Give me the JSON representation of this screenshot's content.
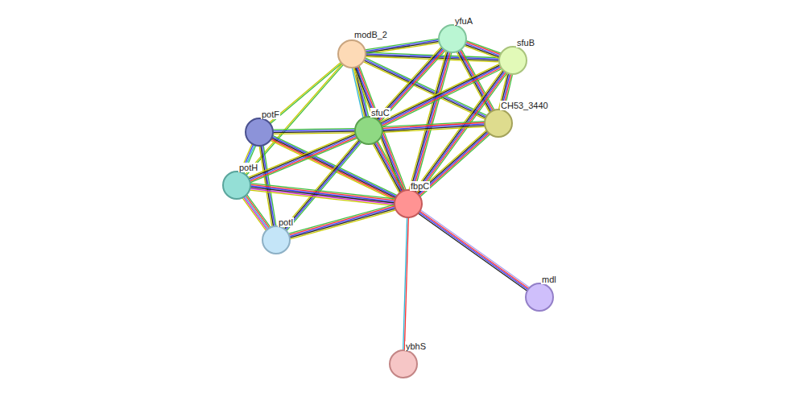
{
  "diagram": {
    "nodes": [
      {
        "text": [
          "modB_2"
        ]
      },
      {
        "text": [
          "yfuA"
        ]
      },
      {
        "text": [
          "sfuB"
        ]
      },
      {
        "text": [
          "potF"
        ]
      },
      {
        "text": [
          "sfuC"
        ]
      },
      {
        "text": [
          "CH53_3440"
        ]
      },
      {
        "text": [
          "potH"
        ]
      },
      {
        "text": [
          "fbpC"
        ]
      },
      {
        "text": [
          "potI"
        ]
      },
      {
        "text": [
          "mdl"
        ]
      },
      {
        "text": [
          "ybhS"
        ]
      }
    ],
    "edges": [
      {
        "from": 0,
        "to": 1,
        "arrow": "none"
      },
      {
        "from": 0,
        "to": 2,
        "arrow": "none"
      },
      {
        "from": 0,
        "to": 5,
        "arrow": "none"
      },
      {
        "from": 0,
        "to": 4,
        "arrow": "none"
      },
      {
        "from": 0,
        "to": 7,
        "arrow": "none"
      },
      {
        "from": 0,
        "to": 3,
        "arrow": "none"
      },
      {
        "from": 0,
        "to": 6,
        "arrow": "none"
      },
      {
        "from": 1,
        "to": 2,
        "arrow": "none"
      },
      {
        "from": 1,
        "to": 5,
        "arrow": "none"
      },
      {
        "from": 1,
        "to": 4,
        "arrow": "none"
      },
      {
        "from": 1,
        "to": 7,
        "arrow": "none"
      },
      {
        "from": 2,
        "to": 5,
        "arrow": "none"
      },
      {
        "from": 2,
        "to": 4,
        "arrow": "none"
      },
      {
        "from": 2,
        "to": 7,
        "arrow": "none"
      },
      {
        "from": 3,
        "to": 4,
        "arrow": "none"
      },
      {
        "from": 3,
        "to": 6,
        "arrow": "none"
      },
      {
        "from": 3,
        "to": 8,
        "arrow": "none"
      },
      {
        "from": 3,
        "to": 7,
        "arrow": "none"
      },
      {
        "from": 4,
        "to": 5,
        "arrow": "none"
      },
      {
        "from": 4,
        "to": 6,
        "arrow": "none"
      },
      {
        "from": 4,
        "to": 8,
        "arrow": "none"
      },
      {
        "from": 4,
        "to": 7,
        "arrow": "none"
      },
      {
        "from": 5,
        "to": 7,
        "arrow": "none"
      },
      {
        "from": 6,
        "to": 8,
        "arrow": "none"
      },
      {
        "from": 6,
        "to": 7,
        "arrow": "none"
      },
      {
        "from": 8,
        "to": 7,
        "arrow": "none"
      },
      {
        "from": 7,
        "to": 9,
        "arrow": "none"
      },
      {
        "from": 7,
        "to": 10,
        "arrow": "none"
      }
    ]
  }
}
